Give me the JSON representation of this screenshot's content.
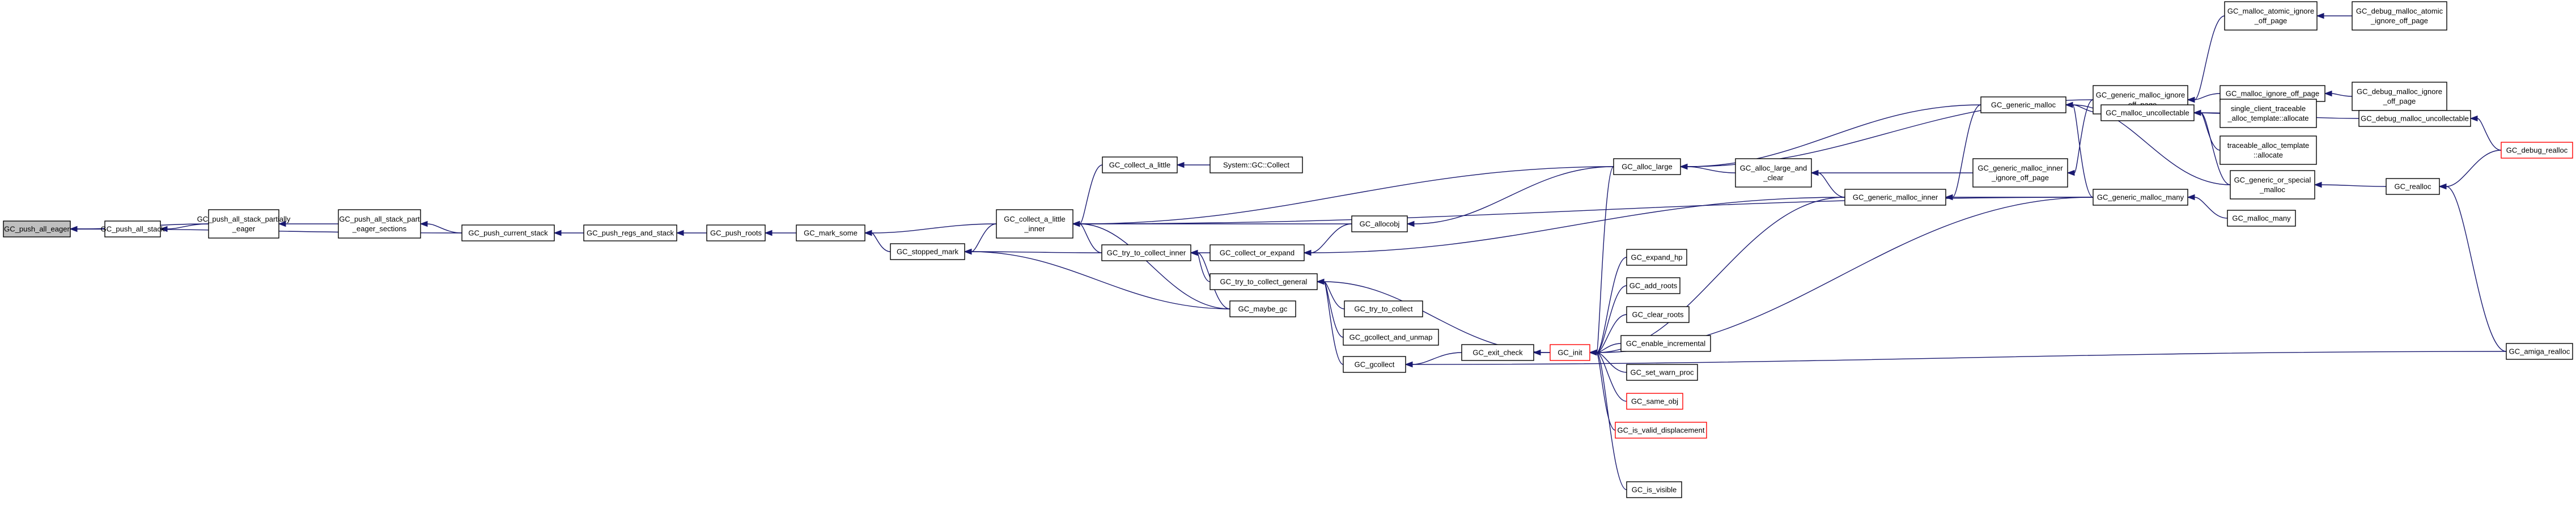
{
  "diagram": {
    "nodes": [
      {
        "id": "n0",
        "lines": [
          "GC_push_all_eager"
        ],
        "root": true
      },
      {
        "id": "n1",
        "lines": [
          "GC_push_all_stack"
        ]
      },
      {
        "id": "n2",
        "lines": [
          "GC_push_all_stack_partially",
          "_eager"
        ]
      },
      {
        "id": "n3",
        "lines": [
          "GC_push_all_stack_part",
          "_eager_sections"
        ]
      },
      {
        "id": "n4",
        "lines": [
          "GC_push_current_stack"
        ]
      },
      {
        "id": "n5",
        "lines": [
          "GC_push_regs_and_stack"
        ]
      },
      {
        "id": "n6",
        "lines": [
          "GC_push_roots"
        ]
      },
      {
        "id": "n7",
        "lines": [
          "GC_mark_some"
        ]
      },
      {
        "id": "n8",
        "lines": [
          "GC_stopped_mark"
        ]
      },
      {
        "id": "n9",
        "lines": [
          "GC_collect_a_little",
          "_inner"
        ]
      },
      {
        "id": "n10",
        "lines": [
          "GC_collect_a_little"
        ]
      },
      {
        "id": "n11",
        "lines": [
          "System::GC::Collect"
        ]
      },
      {
        "id": "n12",
        "lines": [
          "GC_try_to_collect_inner"
        ]
      },
      {
        "id": "n13",
        "lines": [
          "GC_collect_or_expand"
        ]
      },
      {
        "id": "n14",
        "lines": [
          "GC_allocobj"
        ]
      },
      {
        "id": "n15",
        "lines": [
          "GC_try_to_collect_general"
        ]
      },
      {
        "id": "n16",
        "lines": [
          "GC_maybe_gc"
        ]
      },
      {
        "id": "n17",
        "lines": [
          "GC_try_to_collect"
        ]
      },
      {
        "id": "n18",
        "lines": [
          "GC_gcollect_and_unmap"
        ]
      },
      {
        "id": "n19",
        "lines": [
          "GC_gcollect"
        ]
      },
      {
        "id": "n20",
        "lines": [
          "GC_exit_check"
        ]
      },
      {
        "id": "n21",
        "lines": [
          "GC_init"
        ],
        "red": true
      },
      {
        "id": "n22",
        "lines": [
          "GC_alloc_large"
        ]
      },
      {
        "id": "n23",
        "lines": [
          "GC_alloc_large_and",
          "_clear"
        ]
      },
      {
        "id": "n24",
        "lines": [
          "GC_generic_malloc_inner"
        ]
      },
      {
        "id": "n25",
        "lines": [
          "GC_generic_malloc_inner",
          "_ignore_off_page"
        ]
      },
      {
        "id": "n26",
        "lines": [
          "GC_generic_malloc"
        ]
      },
      {
        "id": "n27",
        "lines": [
          "GC_generic_malloc_ignore",
          "_off_page"
        ]
      },
      {
        "id": "n28",
        "lines": [
          "GC_malloc_atomic_ignore",
          "_off_page"
        ]
      },
      {
        "id": "n29",
        "lines": [
          "GC_debug_malloc_atomic",
          "_ignore_off_page"
        ]
      },
      {
        "id": "n30",
        "lines": [
          "GC_malloc_ignore_off_page"
        ]
      },
      {
        "id": "n31",
        "lines": [
          "GC_debug_malloc_ignore",
          "_off_page"
        ]
      },
      {
        "id": "n32",
        "lines": [
          "GC_malloc_uncollectable"
        ]
      },
      {
        "id": "n33",
        "lines": [
          "GC_debug_malloc_uncollectable"
        ]
      },
      {
        "id": "n34",
        "lines": [
          "GC_debug_realloc"
        ],
        "red": true
      },
      {
        "id": "n35",
        "lines": [
          "single_client_traceable",
          "_alloc_template::allocate"
        ]
      },
      {
        "id": "n36",
        "lines": [
          "traceable_alloc_template",
          "::allocate"
        ]
      },
      {
        "id": "n37",
        "lines": [
          "GC_generic_or_special",
          "_malloc"
        ]
      },
      {
        "id": "n38",
        "lines": [
          "GC_realloc"
        ]
      },
      {
        "id": "n39",
        "lines": [
          "GC_amiga_realloc"
        ]
      },
      {
        "id": "n40",
        "lines": [
          "GC_generic_malloc_many"
        ]
      },
      {
        "id": "n41",
        "lines": [
          "GC_malloc_many"
        ]
      },
      {
        "id": "n42",
        "lines": [
          "GC_expand_hp"
        ]
      },
      {
        "id": "n43",
        "lines": [
          "GC_add_roots"
        ]
      },
      {
        "id": "n44",
        "lines": [
          "GC_clear_roots"
        ]
      },
      {
        "id": "n45",
        "lines": [
          "GC_enable_incremental"
        ]
      },
      {
        "id": "n46",
        "lines": [
          "GC_set_warn_proc"
        ]
      },
      {
        "id": "n47",
        "lines": [
          "GC_same_obj"
        ],
        "red": true
      },
      {
        "id": "n48",
        "lines": [
          "GC_is_valid_displacement"
        ],
        "red": true
      },
      {
        "id": "n49",
        "lines": [
          "GC_is_visible"
        ]
      }
    ],
    "edges": [
      [
        "n1",
        "n0"
      ],
      [
        "n2",
        "n0"
      ],
      [
        "n4",
        "n0"
      ],
      [
        "n2",
        "n1"
      ],
      [
        "n3",
        "n2"
      ],
      [
        "n4",
        "n3"
      ],
      [
        "n5",
        "n4"
      ],
      [
        "n6",
        "n5"
      ],
      [
        "n7",
        "n6"
      ],
      [
        "n8",
        "n7"
      ],
      [
        "n9",
        "n7"
      ],
      [
        "n9",
        "n8"
      ],
      [
        "n12",
        "n8"
      ],
      [
        "n16",
        "n8"
      ],
      [
        "n10",
        "n9"
      ],
      [
        "n12",
        "n9"
      ],
      [
        "n14",
        "n9"
      ],
      [
        "n16",
        "n9"
      ],
      [
        "n22",
        "n9"
      ],
      [
        "n40",
        "n9"
      ],
      [
        "n11",
        "n10"
      ],
      [
        "n13",
        "n12"
      ],
      [
        "n15",
        "n12"
      ],
      [
        "n16",
        "n12"
      ],
      [
        "n14",
        "n13"
      ],
      [
        "n24",
        "n13"
      ],
      [
        "n22",
        "n14"
      ],
      [
        "n17",
        "n15"
      ],
      [
        "n18",
        "n15"
      ],
      [
        "n19",
        "n15"
      ],
      [
        "n21",
        "n15"
      ],
      [
        "n20",
        "n19"
      ],
      [
        "n21",
        "n20"
      ],
      [
        "n23",
        "n22"
      ],
      [
        "n26",
        "n22"
      ],
      [
        "n27",
        "n22"
      ],
      [
        "n24",
        "n23"
      ],
      [
        "n25",
        "n23"
      ],
      [
        "n26",
        "n24"
      ],
      [
        "n40",
        "n24"
      ],
      [
        "n27",
        "n25"
      ],
      [
        "n28",
        "n27"
      ],
      [
        "n30",
        "n27"
      ],
      [
        "n29",
        "n28"
      ],
      [
        "n31",
        "n30"
      ],
      [
        "n32",
        "n26"
      ],
      [
        "n37",
        "n26"
      ],
      [
        "n40",
        "n26"
      ],
      [
        "n33",
        "n32"
      ],
      [
        "n35",
        "n32"
      ],
      [
        "n36",
        "n32"
      ],
      [
        "n37",
        "n32"
      ],
      [
        "n34",
        "n33"
      ],
      [
        "n38",
        "n37"
      ],
      [
        "n34",
        "n38"
      ],
      [
        "n39",
        "n38"
      ],
      [
        "n41",
        "n40"
      ],
      [
        "n22",
        "n21"
      ],
      [
        "n24",
        "n21"
      ],
      [
        "n40",
        "n21"
      ],
      [
        "n42",
        "n21"
      ],
      [
        "n43",
        "n21"
      ],
      [
        "n44",
        "n21"
      ],
      [
        "n45",
        "n21"
      ],
      [
        "n46",
        "n21"
      ],
      [
        "n47",
        "n21"
      ],
      [
        "n48",
        "n21"
      ],
      [
        "n49",
        "n21"
      ],
      [
        "n39",
        "n19"
      ]
    ]
  }
}
